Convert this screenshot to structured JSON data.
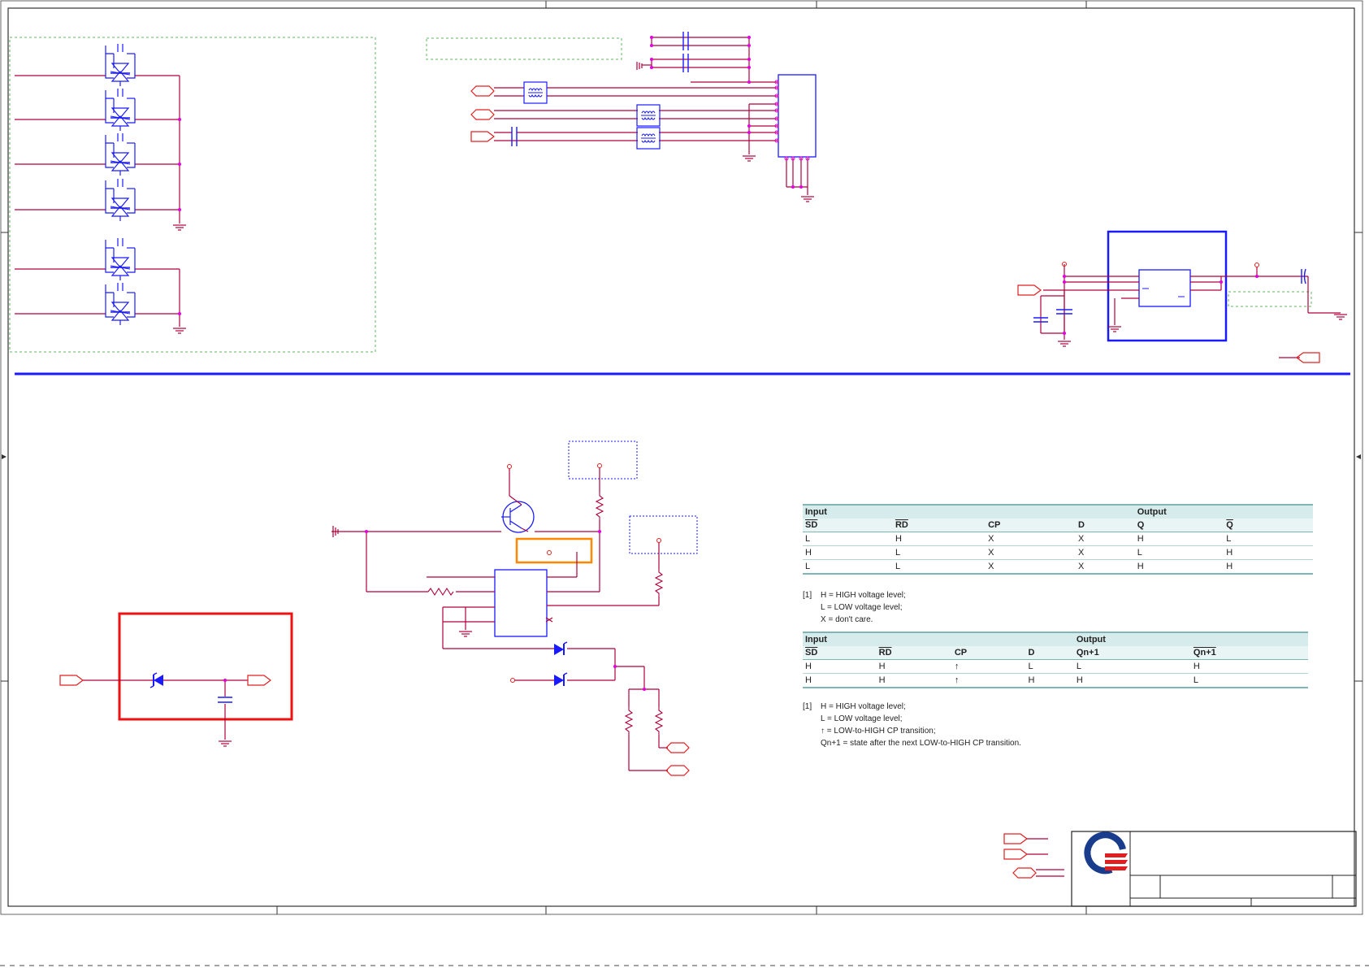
{
  "drawing": {
    "kind": "schematic sheet",
    "wire_color": "#b0003a",
    "symbol_color": "#1a1aff",
    "port_color": "#e02020",
    "junction_color": "#e000e0",
    "annotation_color": "#2a8a2a",
    "highlight_colors": {
      "red_box": "#ee1111",
      "orange_box": "#ff8800",
      "blue_box": "#1a1aff"
    }
  },
  "truth_table_async": {
    "group_headers": [
      "Input",
      "Output"
    ],
    "columns": [
      "SD",
      "RD",
      "CP",
      "D",
      "Q",
      "Q"
    ],
    "overlined_columns": [
      0,
      1,
      5
    ],
    "rows": [
      [
        "L",
        "H",
        "X",
        "X",
        "H",
        "L"
      ],
      [
        "H",
        "L",
        "X",
        "X",
        "L",
        "H"
      ],
      [
        "L",
        "L",
        "X",
        "X",
        "H",
        "H"
      ]
    ],
    "notes": {
      "ref": "[1]",
      "lines": [
        "H = HIGH voltage level;",
        "L = LOW voltage level;",
        "X = don't care."
      ]
    }
  },
  "truth_table_sync": {
    "group_headers": [
      "Input",
      "Output"
    ],
    "columns": [
      "SD",
      "RD",
      "CP",
      "D",
      "Qn+1",
      "Qn+1"
    ],
    "overlined_columns": [
      0,
      1,
      5
    ],
    "rows": [
      [
        "H",
        "H",
        "↑",
        "L",
        "L",
        "H"
      ],
      [
        "H",
        "H",
        "↑",
        "H",
        "H",
        "L"
      ]
    ],
    "notes": {
      "ref": "[1]",
      "lines": [
        "H = HIGH voltage level;",
        "L = LOW voltage level;",
        "↑ = LOW-to-HIGH CP transition;",
        "Qn+1 = state after the next LOW-to-HIGH CP transition."
      ]
    }
  },
  "title_block": {
    "logo": "Q-logo",
    "logo_colors": [
      "#1a3c8c",
      "#e02020"
    ]
  }
}
